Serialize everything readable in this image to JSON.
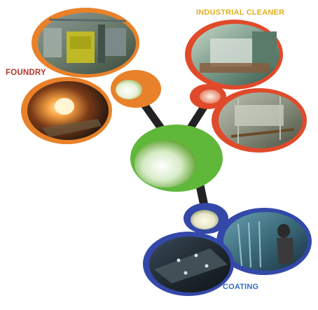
{
  "labels": {
    "foundry": "FOUNDRY",
    "industrial_cleaner": "INDUSTRIAL CLEANER",
    "coating": "COATING"
  },
  "colors": {
    "foundry_ring": "#e8812a",
    "cleaner_ring": "#e04a2a",
    "hub": "#5fb83a",
    "coating_ring": "#3448a8",
    "connector": "#222222",
    "foundry_text": "#b8342a",
    "cleaner_text": "#e0b020",
    "coating_text": "#2f6fc8"
  }
}
